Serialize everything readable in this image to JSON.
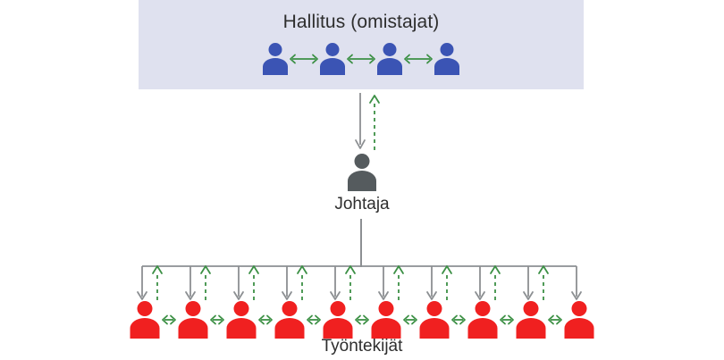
{
  "diagram": {
    "title_top": "Hallitus (omistajat)",
    "label_manager": "Johtaja",
    "label_workers": "Työntekijät"
  },
  "colors": {
    "band_background": "#dfe1ef",
    "board_person": "#3b54b4",
    "manager_person": "#555b5e",
    "worker_person": "#f02020",
    "peer_arrow": "#3c9045",
    "upward_dashed_arrow": "#3c9045",
    "downward_arrow": "#8c8f92",
    "connector_line": "#8c8f92",
    "text": "#2e2e2e",
    "page_background": "#ffffff"
  },
  "board": {
    "person_count": 4,
    "peer_link_count": 3,
    "person_icon_name": "board-member-icon",
    "peer_link_icon_name": "bidirectional-arrow-icon"
  },
  "manager": {
    "person_count": 1,
    "person_icon_name": "manager-icon"
  },
  "vertical_link": {
    "down_arrow_icon_name": "downward-arrow-icon",
    "up_arrow_icon_name": "upward-dashed-arrow-icon"
  },
  "workers": {
    "person_count": 10,
    "peer_link_count": 9,
    "down_arrow_count": 10,
    "up_dashed_arrow_count": 9,
    "person_icon_name": "worker-icon",
    "peer_link_icon_name": "bidirectional-arrow-icon"
  }
}
